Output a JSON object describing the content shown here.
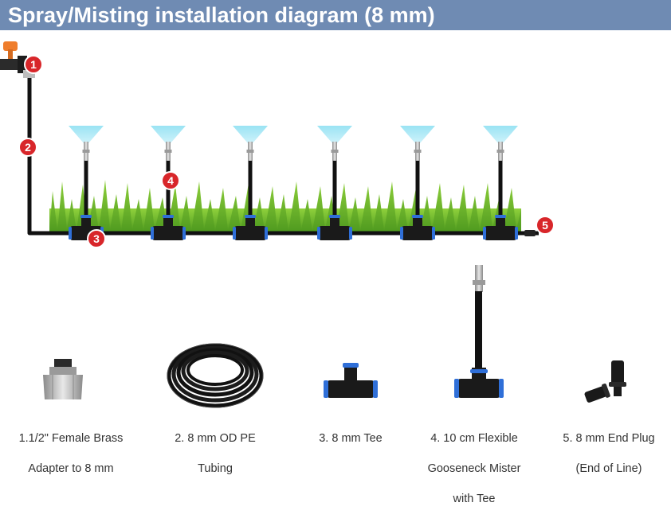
{
  "header": {
    "title": "Spray/Misting installation diagram (8 mm)"
  },
  "markers": [
    "1",
    "2",
    "3",
    "4",
    "5"
  ],
  "colors": {
    "header_bg": "#6f8bb3",
    "marker": "#d8262a",
    "tubing": "#111111",
    "grass": "#6ab22c",
    "tee_ring": "#2f6fd8",
    "mist": "#7fd6ec",
    "brass": "#b9b9b9",
    "valve": "#ef7d2c"
  },
  "parts": [
    {
      "icon": "brass-adapter",
      "lines": [
        "1.1/2\" Female Brass",
        "Adapter to 8 mm"
      ]
    },
    {
      "icon": "tubing-coil",
      "lines": [
        "2. 8 mm OD PE",
        "Tubing"
      ]
    },
    {
      "icon": "tee-connector",
      "lines": [
        "3. 8 mm Tee"
      ]
    },
    {
      "icon": "gooseneck-mister",
      "lines": [
        "4. 10 cm Flexible",
        "Gooseneck Mister",
        "with Tee"
      ]
    },
    {
      "icon": "end-plug",
      "lines": [
        "5. 8 mm End Plug",
        "(End of Line)"
      ]
    }
  ]
}
